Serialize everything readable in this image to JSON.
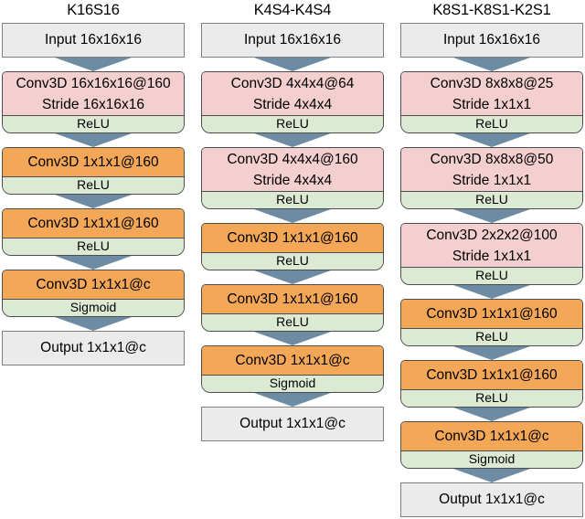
{
  "diagram": {
    "description": "Three 3D convolutional network architecture diagrams",
    "colors": {
      "background": "#ffffff",
      "io_fill": "#ebebeb",
      "io_border": "#7f7f7f",
      "strided_conv_fill": "#f4cfcf",
      "pointwise_conv_fill": "#f3a757",
      "activation_fill": "#dcead4",
      "conv_border": "#4d4d4d",
      "arrow": "#6d8ca3",
      "text": "#000000"
    },
    "icons": {
      "connector": "arrow-down-icon"
    },
    "columns": [
      {
        "title": "K16S16",
        "blocks": [
          {
            "kind": "io",
            "label": "Input 16x16x16"
          },
          {
            "kind": "conv",
            "variant": "strided",
            "lines": [
              "Conv3D 16x16x16@160",
              "Stride 16x16x16"
            ],
            "activation": "ReLU"
          },
          {
            "kind": "conv",
            "variant": "pointwise",
            "lines": [
              "Conv3D 1x1x1@160"
            ],
            "activation": "ReLU"
          },
          {
            "kind": "conv",
            "variant": "pointwise",
            "lines": [
              "Conv3D 1x1x1@160"
            ],
            "activation": "ReLU"
          },
          {
            "kind": "conv",
            "variant": "pointwise",
            "lines": [
              "Conv3D 1x1x1@c"
            ],
            "activation": "Sigmoid"
          },
          {
            "kind": "io",
            "label": "Output 1x1x1@c"
          }
        ]
      },
      {
        "title": "K4S4-K4S4",
        "blocks": [
          {
            "kind": "io",
            "label": "Input 16x16x16"
          },
          {
            "kind": "conv",
            "variant": "strided",
            "lines": [
              "Conv3D 4x4x4@64",
              "Stride 4x4x4"
            ],
            "activation": "ReLU"
          },
          {
            "kind": "conv",
            "variant": "strided",
            "lines": [
              "Conv3D 4x4x4@160",
              "Stride 4x4x4"
            ],
            "activation": "ReLU"
          },
          {
            "kind": "conv",
            "variant": "pointwise",
            "lines": [
              "Conv3D 1x1x1@160"
            ],
            "activation": "ReLU"
          },
          {
            "kind": "conv",
            "variant": "pointwise",
            "lines": [
              "Conv3D 1x1x1@160"
            ],
            "activation": "ReLU"
          },
          {
            "kind": "conv",
            "variant": "pointwise",
            "lines": [
              "Conv3D 1x1x1@c"
            ],
            "activation": "Sigmoid"
          },
          {
            "kind": "io",
            "label": "Output 1x1x1@c"
          }
        ]
      },
      {
        "title": "K8S1-K8S1-K2S1",
        "blocks": [
          {
            "kind": "io",
            "label": "Input 16x16x16"
          },
          {
            "kind": "conv",
            "variant": "strided",
            "lines": [
              "Conv3D 8x8x8@25",
              "Stride 1x1x1"
            ],
            "activation": "ReLU"
          },
          {
            "kind": "conv",
            "variant": "strided",
            "lines": [
              "Conv3D 8x8x8@50",
              "Stride 1x1x1"
            ],
            "activation": "ReLU"
          },
          {
            "kind": "conv",
            "variant": "strided",
            "lines": [
              "Conv3D 2x2x2@100",
              "Stride 1x1x1"
            ],
            "activation": "ReLU"
          },
          {
            "kind": "conv",
            "variant": "pointwise",
            "lines": [
              "Conv3D 1x1x1@160"
            ],
            "activation": "ReLU"
          },
          {
            "kind": "conv",
            "variant": "pointwise",
            "lines": [
              "Conv3D 1x1x1@160"
            ],
            "activation": "ReLU"
          },
          {
            "kind": "conv",
            "variant": "pointwise",
            "lines": [
              "Conv3D 1x1x1@c"
            ],
            "activation": "Sigmoid"
          },
          {
            "kind": "io",
            "label": "Output 1x1x1@c"
          }
        ]
      }
    ]
  }
}
